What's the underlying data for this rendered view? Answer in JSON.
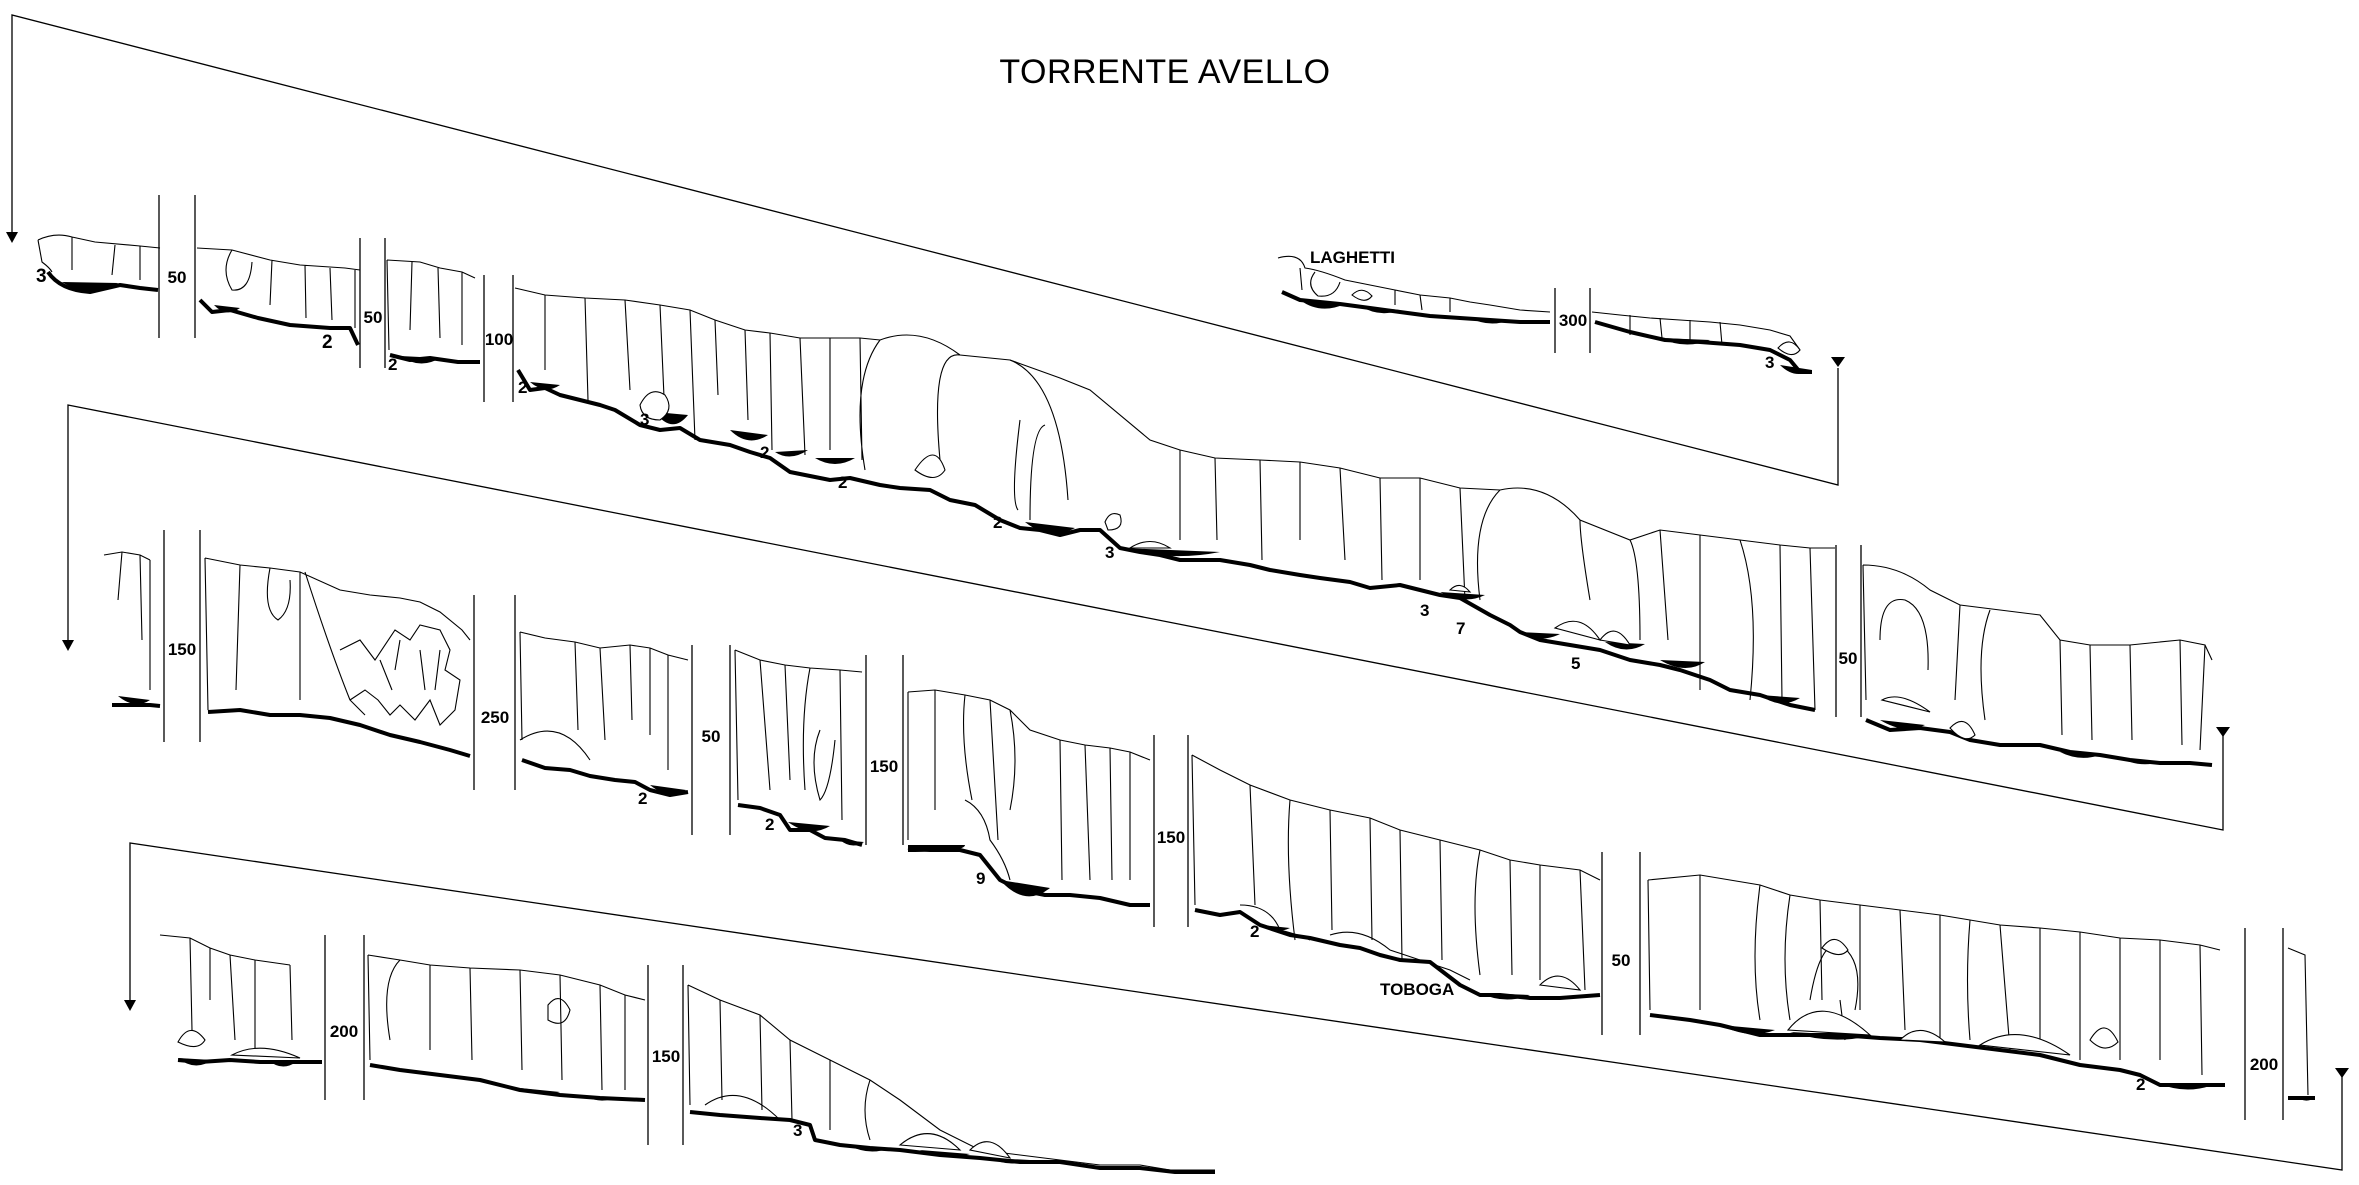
{
  "title": "TORRENTE AVELLO",
  "place_labels": {
    "laghetti": "LAGHETTI",
    "toboga": "TOBOGA"
  },
  "gap_distances": {
    "r1_g1": "50",
    "r1_g2": "50",
    "r1_g3": "100",
    "r1_laghetti": "300",
    "r2_g1": "150",
    "r2_g2": "250",
    "r2_g3": "50",
    "r2_g4": "150",
    "r2_g5": "50",
    "r3_g1": "150",
    "r3_g2": "50",
    "r4_g1": "200",
    "r4_g2": "150",
    "r3_end": "200"
  },
  "jump_heights": {
    "j1": "3",
    "j2": "2",
    "j3": "2",
    "j4": "2",
    "j5": "3",
    "j6": "2",
    "j7": "2",
    "j8": "2",
    "j9": "3",
    "j10": "3",
    "j11": "7",
    "j12": "5",
    "j13": "3",
    "j14": "2",
    "j15": "2",
    "j16": "9",
    "j17": "2",
    "j18": "2",
    "j19": "3"
  },
  "colors": {
    "ink": "#000000",
    "paper": "#ffffff"
  }
}
